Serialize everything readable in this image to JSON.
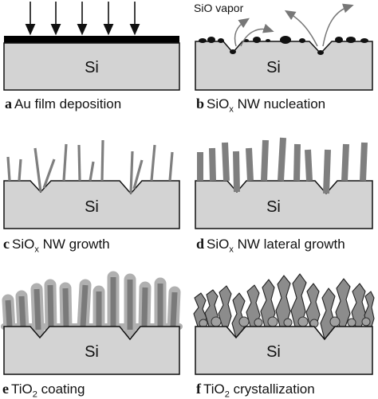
{
  "substrate_label": "Si",
  "vapor_label": "SiO vapor",
  "captions": {
    "a": {
      "letter": "a",
      "pre": "Au film deposition",
      "sub": "",
      "post": ""
    },
    "b": {
      "letter": "b",
      "pre": "SiO",
      "sub": "x",
      "post": " NW nucleation"
    },
    "c": {
      "letter": "c",
      "pre": "SiO",
      "sub": "x",
      "post": " NW growth"
    },
    "d": {
      "letter": "d",
      "pre": "SiO",
      "sub": "x",
      "post": " NW lateral growth"
    },
    "e": {
      "letter": "e",
      "pre": "TiO",
      "sub": "2",
      "post": " coating"
    },
    "f": {
      "letter": "f",
      "pre": "TiO",
      "sub": "2",
      "post": " crystallization"
    }
  },
  "colors": {
    "substrate": "#d3d3d3",
    "outline": "#111111",
    "gold_film": "#000000",
    "nanowire": "#7f7f7f",
    "coating": "#a9a9a9",
    "crystal": "#8c8c8c",
    "vapor_arrow": "#777777"
  }
}
